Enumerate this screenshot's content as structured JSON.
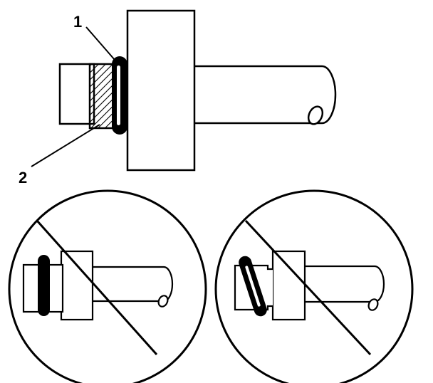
{
  "callouts": [
    {
      "number": "1",
      "target": "o-ring-seal"
    },
    {
      "number": "2",
      "target": "seal-groove"
    }
  ],
  "incorrect_examples": [
    {
      "id": "o-ring-not-seated-in-groove"
    },
    {
      "id": "o-ring-twisted-diagonal"
    }
  ],
  "colors": {
    "stroke": "#000000",
    "background": "#ffffff"
  }
}
